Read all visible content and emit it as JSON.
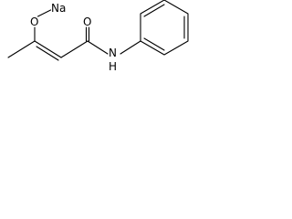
{
  "molecule": {
    "atoms": {
      "sodium": "Na",
      "enol_oxygen": "O",
      "carbonyl_oxygen": "O",
      "amide_nitrogen": "N",
      "amide_hydrogen": "H"
    }
  }
}
